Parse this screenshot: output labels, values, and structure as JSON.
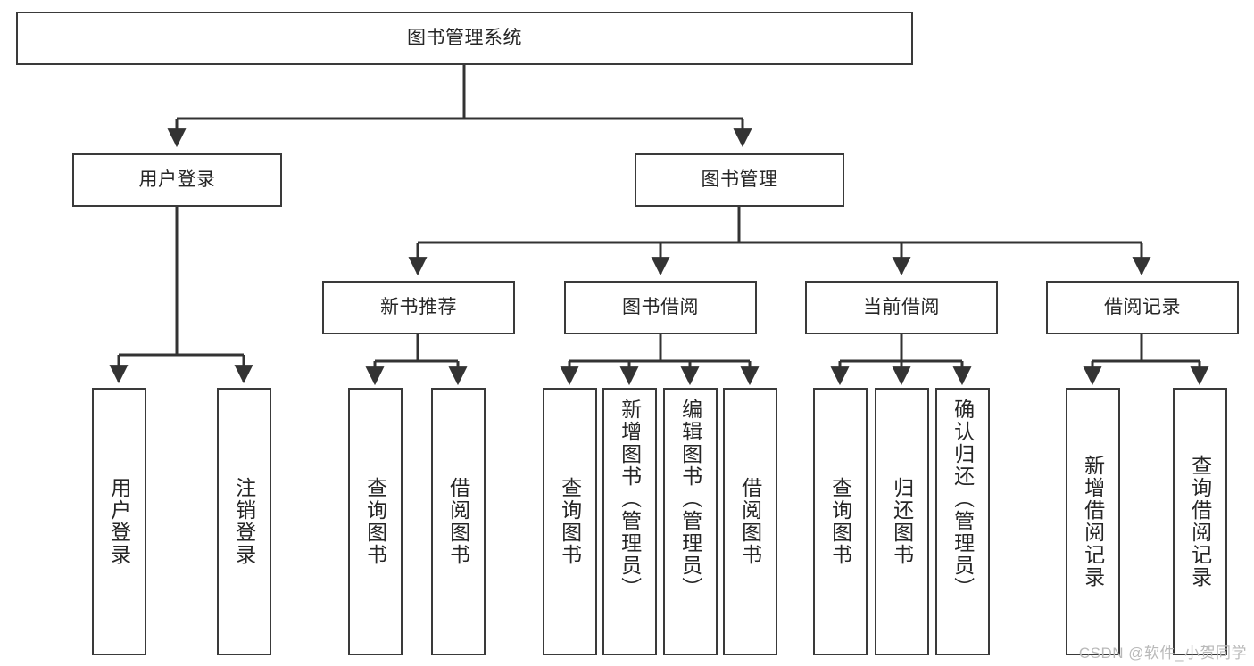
{
  "diagram": {
    "title": "图书管理系统",
    "type": "tree-hierarchy-diagram",
    "colors": {
      "box_border": "#3a3a3a",
      "box_fill": "#ffffff",
      "connector": "#333333",
      "text": "#262626",
      "watermark": "#b9b9b9",
      "background": "#ffffff"
    },
    "root": {
      "label": "图书管理系统"
    },
    "level2": [
      {
        "label": "用户登录"
      },
      {
        "label": "图书管理"
      }
    ],
    "level3": [
      {
        "label": "新书推荐"
      },
      {
        "label": "图书借阅"
      },
      {
        "label": "当前借阅"
      },
      {
        "label": "借阅记录"
      }
    ],
    "leaves": {
      "user_login": [
        {
          "label": "用户登录"
        },
        {
          "label": "注销登录"
        }
      ],
      "new_book_recommend": [
        {
          "label": "查询图书"
        },
        {
          "label": "借阅图书"
        }
      ],
      "book_borrow": [
        {
          "label": "查询图书"
        },
        {
          "label": "新增图书（管理员）"
        },
        {
          "label": "编辑图书（管理员）"
        },
        {
          "label": "借阅图书"
        }
      ],
      "current_borrow": [
        {
          "label": "查询图书"
        },
        {
          "label": "归还图书"
        },
        {
          "label": "确认归还（管理员）"
        }
      ],
      "borrow_records": [
        {
          "label": "新增借阅记录"
        },
        {
          "label": "查询借阅记录"
        }
      ]
    }
  },
  "watermark": {
    "text": "CSDN @软件_小贺同学"
  }
}
